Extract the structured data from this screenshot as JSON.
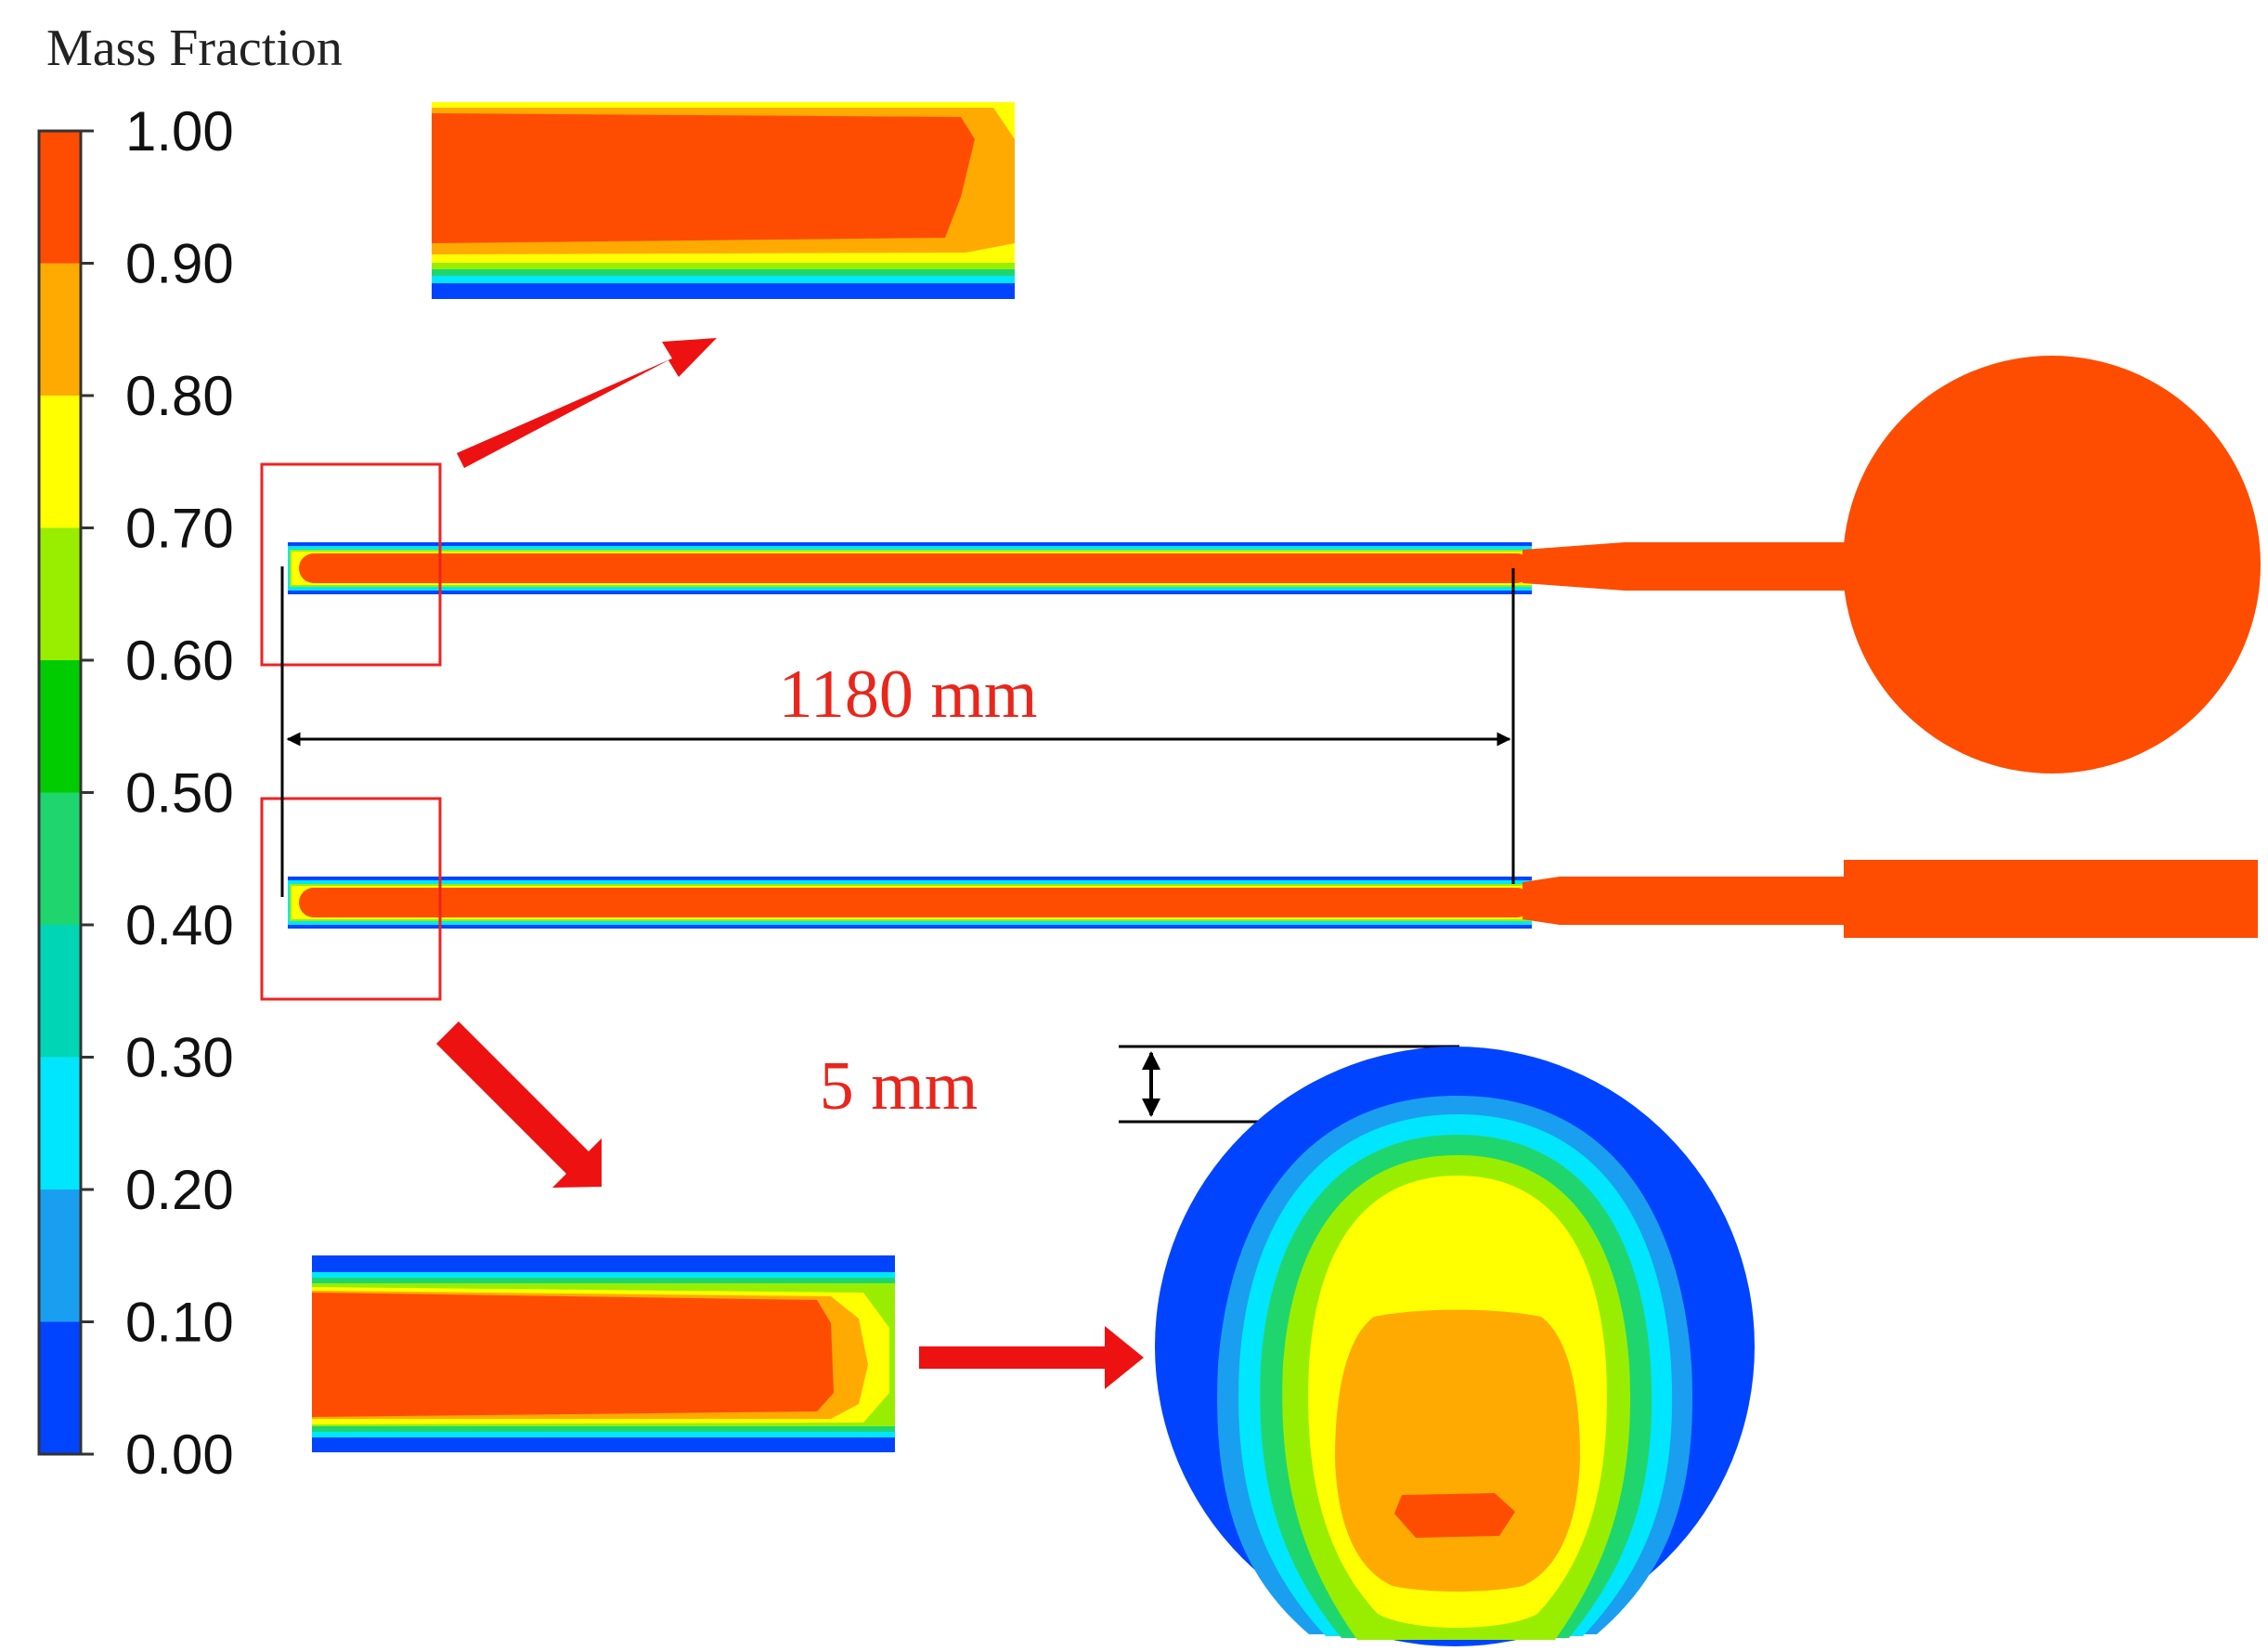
{
  "legend": {
    "title": "Mass Fraction",
    "ticks": [
      "1.00",
      "0.90",
      "0.80",
      "0.70",
      "0.60",
      "0.50",
      "0.40",
      "0.30",
      "0.20",
      "0.10",
      "0.00"
    ],
    "colors": [
      "#fe4c00",
      "#ffaa00",
      "#ffff00",
      "#99ee00",
      "#00cc00",
      "#1fd66e",
      "#00d6b6",
      "#00e6ff",
      "#1a9ff0",
      "#0044ff"
    ]
  },
  "annotations": {
    "length_label": "1180 mm",
    "depth_label": "5 mm"
  },
  "palette": {
    "high": "#fe4c00",
    "arrow": "#ee1111",
    "highlight_box": "#ee2222",
    "dimension_line": "#000000"
  }
}
